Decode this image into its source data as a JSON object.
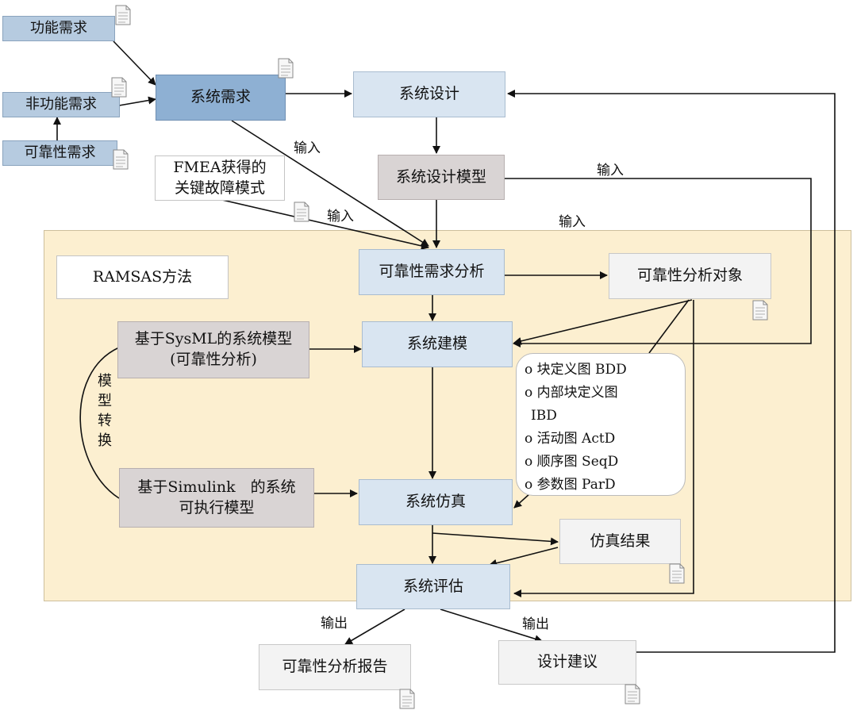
{
  "nodes": {
    "functional_req": "功能需求",
    "nonfunctional_req": "非功能需求",
    "reliability_req": "可靠性需求",
    "system_req": "系统需求",
    "system_design": "系统设计",
    "system_design_model": "系统设计模型",
    "fmea_line1": "FMEA获得的",
    "fmea_line2": "关键故障模式",
    "ramsas": "RAMSAS方法",
    "reliability_req_analysis": "可靠性需求分析",
    "reliability_analysis_object": "可靠性分析对象",
    "sysml_line1": "基于SysML的系统模型",
    "sysml_line2": "(可靠性分析)",
    "system_modeling": "系统建模",
    "simulink_line1": "基于Simulink　的系统",
    "simulink_line2": "可执行模型",
    "system_simulation": "系统仿真",
    "simulation_result": "仿真结果",
    "system_evaluation": "系统评估",
    "reliability_report": "可靠性分析报告",
    "design_suggestion": "设计建议"
  },
  "model_transform": [
    "模",
    "型",
    "转",
    "换"
  ],
  "diagram_list": [
    "o 块定义图 BDD",
    "o 内部块定义图",
    "IBD",
    "o 活动图 ActD",
    "o 顺序图 SeqD",
    "o 参数图 ParD"
  ],
  "edge_labels": {
    "input_1": "输入",
    "input_2": "输入",
    "input_3": "输入",
    "input_4": "输入",
    "output_1": "输出",
    "output_2": "输出"
  },
  "icons": [
    "document-icon"
  ],
  "colors": {
    "region_bg": "#fcefd0",
    "blue_box": "#d9e5f1",
    "dark_blue_box": "#8eb0d3",
    "grey_box": "#d9d4d4"
  }
}
